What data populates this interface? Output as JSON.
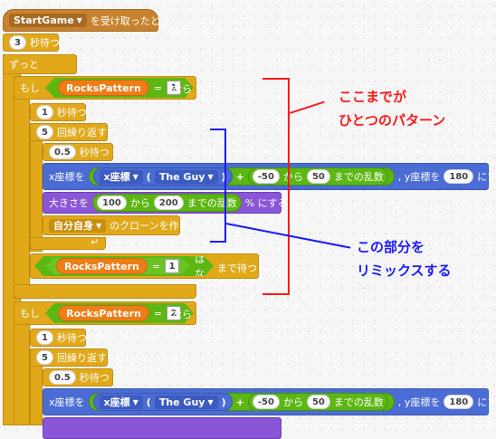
{
  "hat": {
    "message": "StartGame",
    "label": "を受け取ったとき"
  },
  "wait1": {
    "value": "3",
    "label": "秒待つ"
  },
  "forever": {
    "label": "ずっと"
  },
  "if1": {
    "if_label": "もし",
    "var": "RocksPattern",
    "op": "=",
    "value": "1",
    "then_label": "なら",
    "wait": {
      "value": "1",
      "label": "秒待つ"
    },
    "repeat": {
      "value": "5",
      "label": "回繰り返す"
    },
    "inner_wait": {
      "value": "0.5",
      "label": "秒待つ"
    },
    "motion": {
      "x_label": "x座標を",
      "sensor_prop": "x座標",
      "sensor_target": "The Guy",
      "plus": "+",
      "rand_from": "-50",
      "rand_mid": "から",
      "rand_to": "50",
      "rand_end": "までの乱数",
      "y_label": ", y座標を",
      "y_value": "180",
      "suffix": "にする"
    },
    "size": {
      "label": "大きさを",
      "from": "100",
      "mid": "から",
      "to": "200",
      "end": "までの乱数",
      "suffix": "% にする"
    },
    "clone": {
      "target": "自分自身",
      "label": "のクローンを作る"
    },
    "wait_until": {
      "var": "RocksPattern",
      "op": "=",
      "value": "1",
      "not_label": "ではない",
      "suffix": "まで待つ"
    }
  },
  "if2": {
    "if_label": "もし",
    "var": "RocksPattern",
    "op": "=",
    "value": "2",
    "then_label": "なら",
    "wait": {
      "value": "1",
      "label": "秒待つ"
    },
    "repeat": {
      "value": "5",
      "label": "回繰り返す"
    },
    "inner_wait": {
      "value": "0.5",
      "label": "秒待つ"
    },
    "motion": {
      "x_label": "x座標を",
      "sensor_prop": "x座標",
      "sensor_target": "The Guy",
      "plus": "+",
      "rand_from": "-50",
      "rand_mid": "から",
      "rand_to": "50",
      "rand_end": "までの乱数",
      "y_label": ", y座標を",
      "y_value": "180",
      "suffix": "にする"
    }
  },
  "annotations": {
    "red_line1": "ここまでが",
    "red_line2": "ひとつのパターン",
    "blue_line1": "この部分を",
    "blue_line2": "リミックスする"
  },
  "colors": {
    "control": "#e1a91a",
    "events": "#c88330",
    "motion": "#4a6cd4",
    "looks": "#8a55d7",
    "data": "#ee7d16",
    "operators": "#5cb712",
    "annotation_red": "#ff1a1a",
    "annotation_blue": "#1a1aff"
  }
}
